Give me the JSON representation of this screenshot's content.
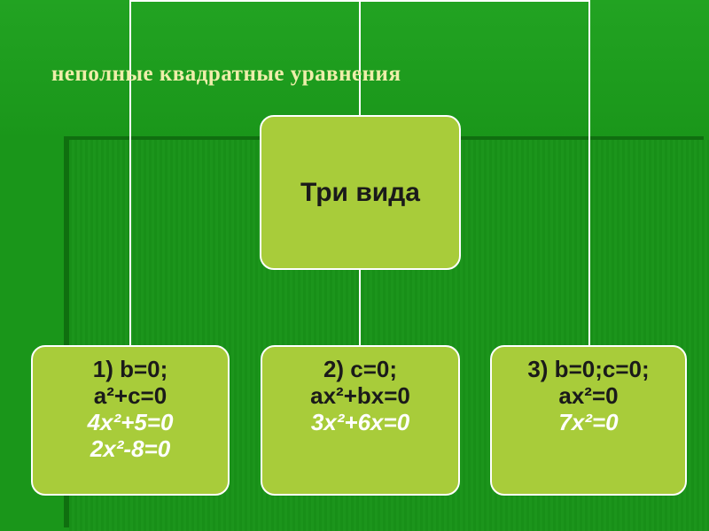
{
  "title": "неполные квадратные уравнения",
  "root": {
    "label": "Три вида"
  },
  "children": [
    {
      "case": "1) b=0;",
      "formula": "a²+c=0",
      "examples": [
        "4x²+5=0",
        "2x²-8=0"
      ]
    },
    {
      "case": "2) c=0;",
      "formula": "ax²+bx=0",
      "examples": [
        "3x²+6x=0"
      ]
    },
    {
      "case": "3) b=0;c=0;",
      "formula": "ax²=0",
      "examples": [
        "7x²=0"
      ]
    }
  ],
  "colors": {
    "background": "#148a14",
    "node_fill": "#a8cc3a",
    "node_border": "#ffffff",
    "title_text": "#eeeeaa",
    "example_text": "#ffffff"
  }
}
